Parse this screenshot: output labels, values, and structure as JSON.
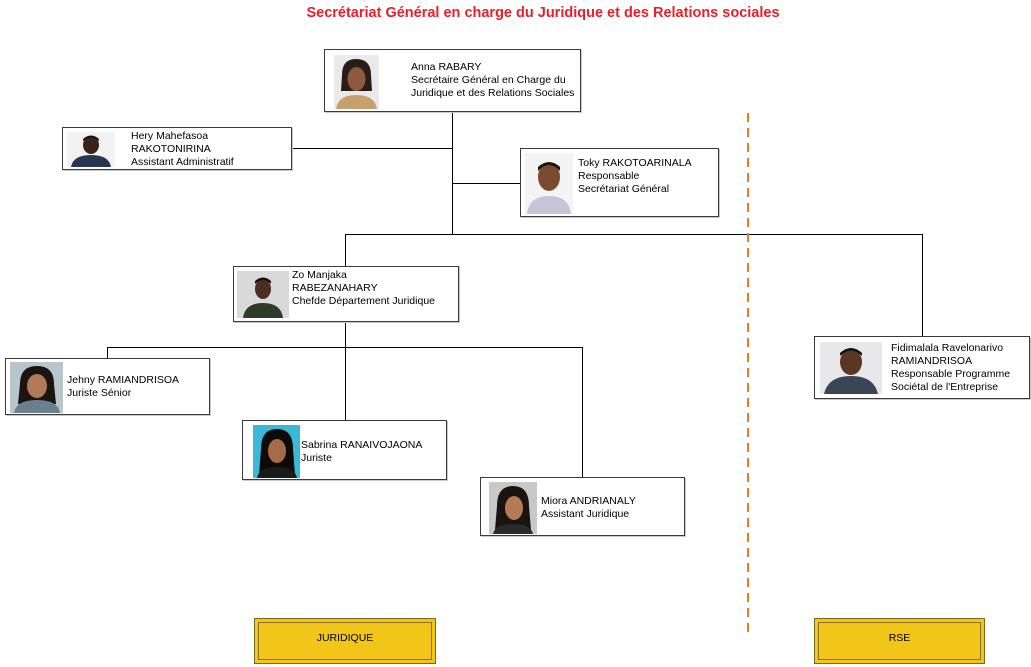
{
  "title": "Secrétariat Général en charge du Juridique et des Relations sociales",
  "colors": {
    "title": "#e8202a",
    "dept_box": "#f2c618",
    "divider": "#e87a2a"
  },
  "people": {
    "anna": {
      "name": "Anna RABARY",
      "line2": "Secrétaire Général en Charge du",
      "line3": "Juridique et des Relations Sociales"
    },
    "hery": {
      "name": "Hery Mahefasoa",
      "line2": "RAKOTONIRINA",
      "line3": "Assistant  Administratif"
    },
    "toky": {
      "name": "Toky  RAKOTOARINALA",
      "line2": "Responsable",
      "line3": "Secrétariat Général"
    },
    "zo": {
      "name": "Zo Manjaka",
      "line2": "RABEZANAHARY",
      "line3": "Chefde Département Juridique"
    },
    "jehny": {
      "name": "Jehny RAMIANDRISOA",
      "line2": "Juriste Sénior"
    },
    "sabrina": {
      "name": "Sabrina RANAIVOJAONA",
      "line2": "Juriste"
    },
    "miora": {
      "name": "Miora ANDRIANALY",
      "line2": "Assistant  Juridique"
    },
    "fidimalala": {
      "name": "Fidimalala Ravelonarivo",
      "line2": "RAMIANDRISOA",
      "line3": "Responsable Programme",
      "line4": "Sociétal de l'Entreprise"
    }
  },
  "departments": {
    "juridique": "JURIDIQUE",
    "rse": "RSE"
  }
}
